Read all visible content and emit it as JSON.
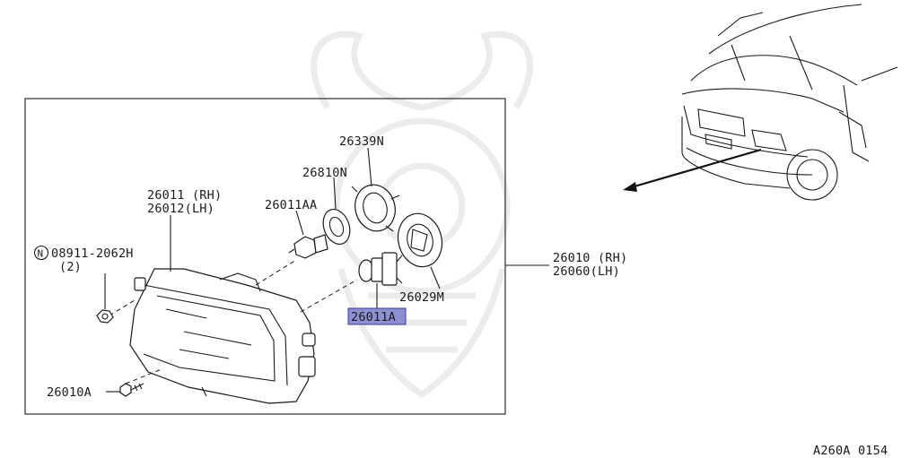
{
  "diagram": {
    "labels": {
      "p26339N": "26339N",
      "p26810N": "26810N",
      "p26011AA": "26011AA",
      "p26011_rh": "26011 (RH)",
      "p26012_lh": "26012(LH)",
      "n_mark": "N",
      "p08911": "08911-2062H",
      "qty": "(2)",
      "p26010_rh": "26010 (RH)",
      "p26060_lh": "26060(LH)",
      "p26029M": "26029M",
      "p26011A": "26011A",
      "p26010A": "26010A",
      "diagram_code": "A260A 0154"
    },
    "highlight_color": "#8c8fd2"
  }
}
